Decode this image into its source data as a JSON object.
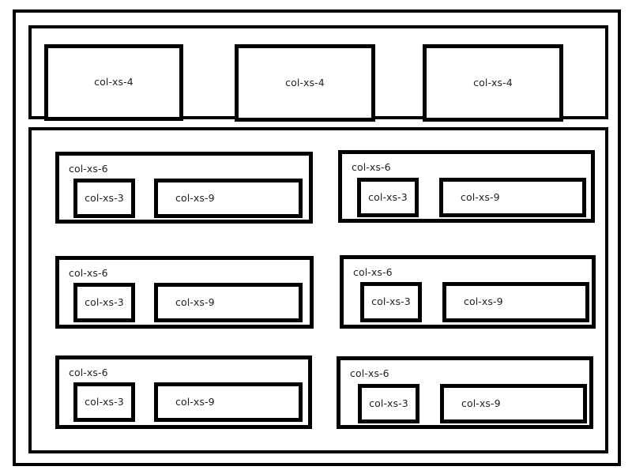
{
  "theme": {
    "background": "#ffffff",
    "border_color": "#000000",
    "text_color": "#222222"
  },
  "top_section": {
    "columns": [
      {
        "label": "col-xs-4"
      },
      {
        "label": "col-xs-4"
      },
      {
        "label": "col-xs-4"
      }
    ]
  },
  "bottom_section": {
    "blocks": [
      {
        "label": "col-xs-6",
        "nested": [
          {
            "label": "col-xs-3"
          },
          {
            "label": "col-xs-9"
          }
        ]
      },
      {
        "label": "col-xs-6",
        "nested": [
          {
            "label": "col-xs-3"
          },
          {
            "label": "col-xs-9"
          }
        ]
      },
      {
        "label": "col-xs-6",
        "nested": [
          {
            "label": "col-xs-3"
          },
          {
            "label": "col-xs-9"
          }
        ]
      },
      {
        "label": "col-xs-6",
        "nested": [
          {
            "label": "col-xs-3"
          },
          {
            "label": "col-xs-9"
          }
        ]
      },
      {
        "label": "col-xs-6",
        "nested": [
          {
            "label": "col-xs-3"
          },
          {
            "label": "col-xs-9"
          }
        ]
      },
      {
        "label": "col-xs-6",
        "nested": [
          {
            "label": "col-xs-3"
          },
          {
            "label": "col-xs-9"
          }
        ]
      }
    ]
  }
}
